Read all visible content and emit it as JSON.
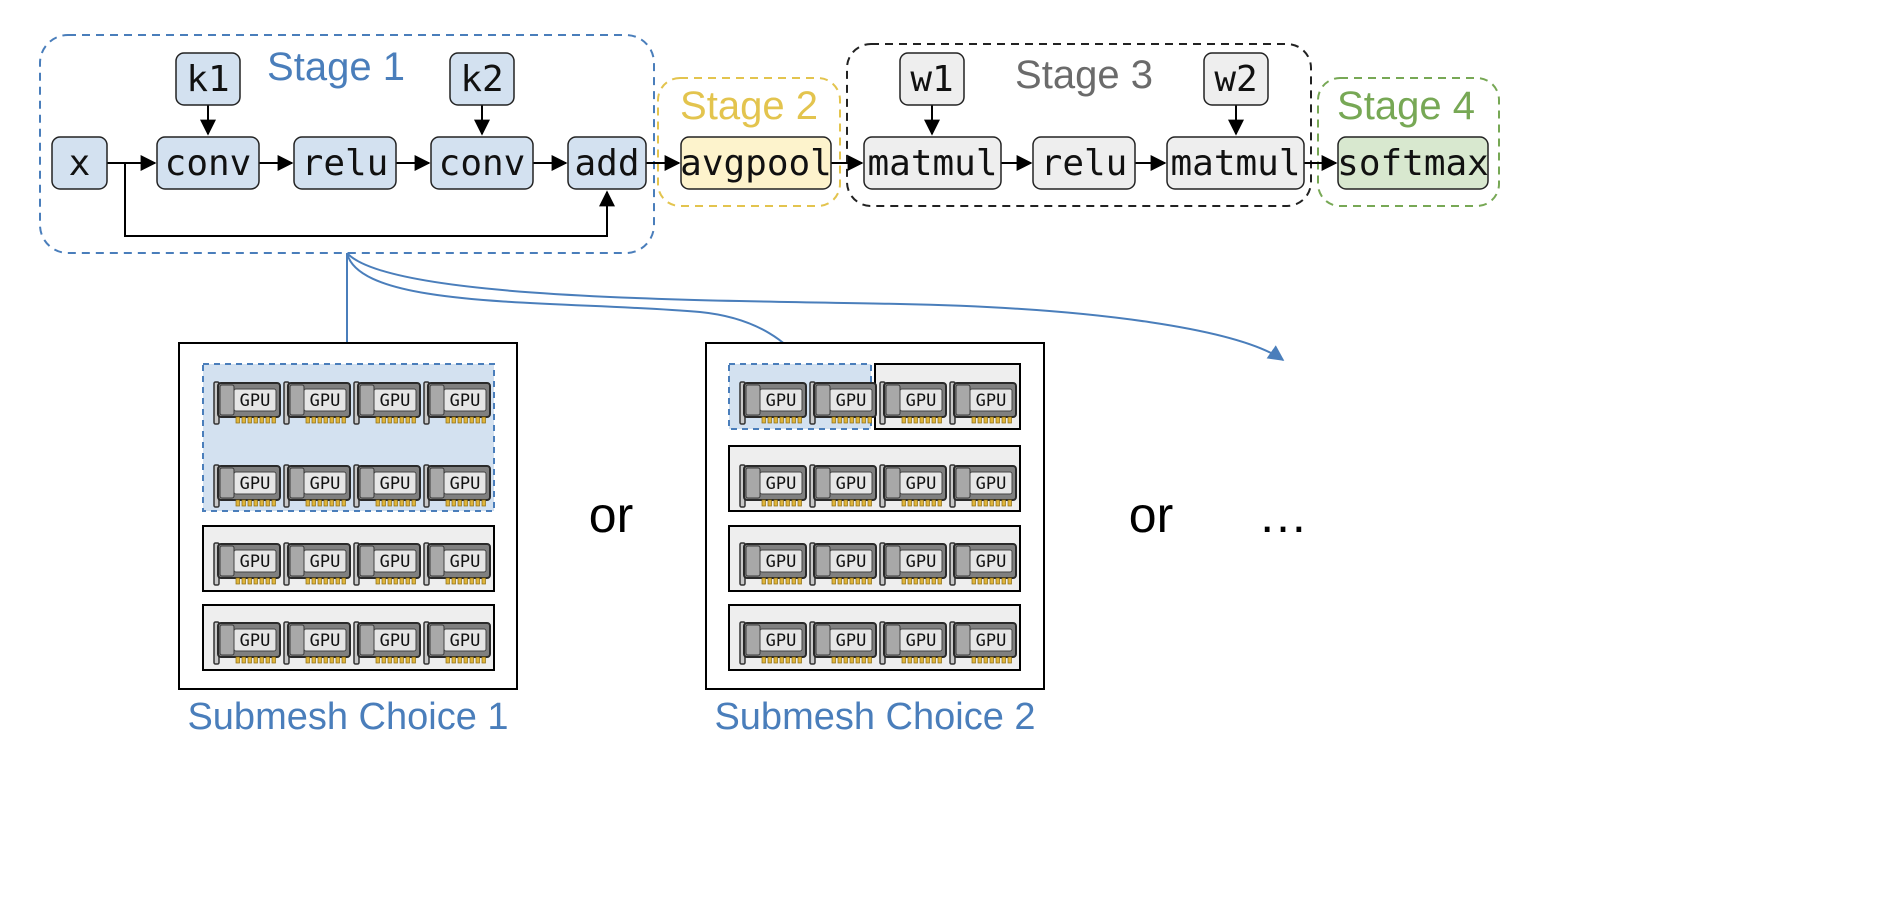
{
  "colors": {
    "stage1": "#4a7ebb",
    "stage2": "#e3c44e",
    "stage3": "#6b6b6b",
    "stage4": "#77a855",
    "blue_fill": "#d3e1f0",
    "yellow_fill": "#fdf3cc",
    "gray_fill": "#eeeeee",
    "green_fill": "#d8e8cf"
  },
  "stages": {
    "s1": "Stage 1",
    "s2": "Stage 2",
    "s3": "Stage 3",
    "s4": "Stage 4"
  },
  "nodes": {
    "x": "x",
    "k1": "k1",
    "conv1": "conv",
    "relu1": "relu",
    "k2": "k2",
    "conv2": "conv",
    "add": "add",
    "avgpool": "avgpool",
    "w1": "w1",
    "matmul1": "matmul",
    "relu2": "relu",
    "w2": "w2",
    "matmul2": "matmul",
    "softmax": "softmax"
  },
  "gpu_label": "GPU",
  "separators": {
    "or1": "or",
    "or2": "or",
    "ellipsis": "…"
  },
  "captions": {
    "choice1": "Submesh Choice 1",
    "choice2": "Submesh Choice 2"
  }
}
